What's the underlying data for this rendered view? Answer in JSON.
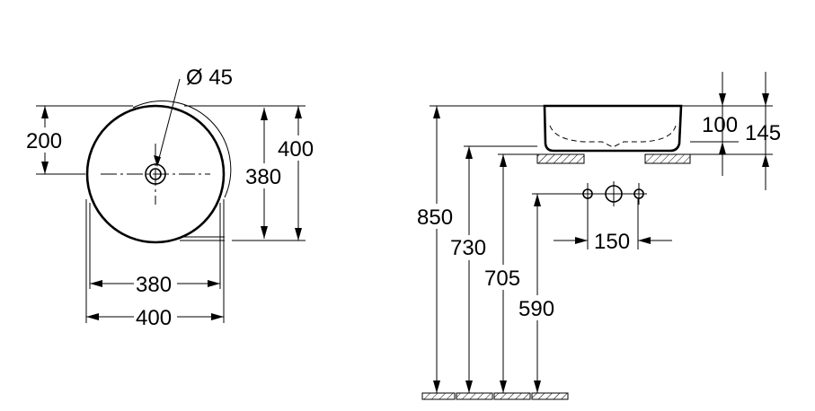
{
  "top_view": {
    "drain_diameter": "Ø 45",
    "offset_200": "200",
    "height_400": "400",
    "inner_380": "380",
    "width_380": "380",
    "width_400": "400"
  },
  "side_view": {
    "bowl_height": "100",
    "total_145": "145",
    "floor_850": "850",
    "floor_730": "730",
    "floor_705": "705",
    "floor_590": "590",
    "tap_spacing": "150"
  }
}
